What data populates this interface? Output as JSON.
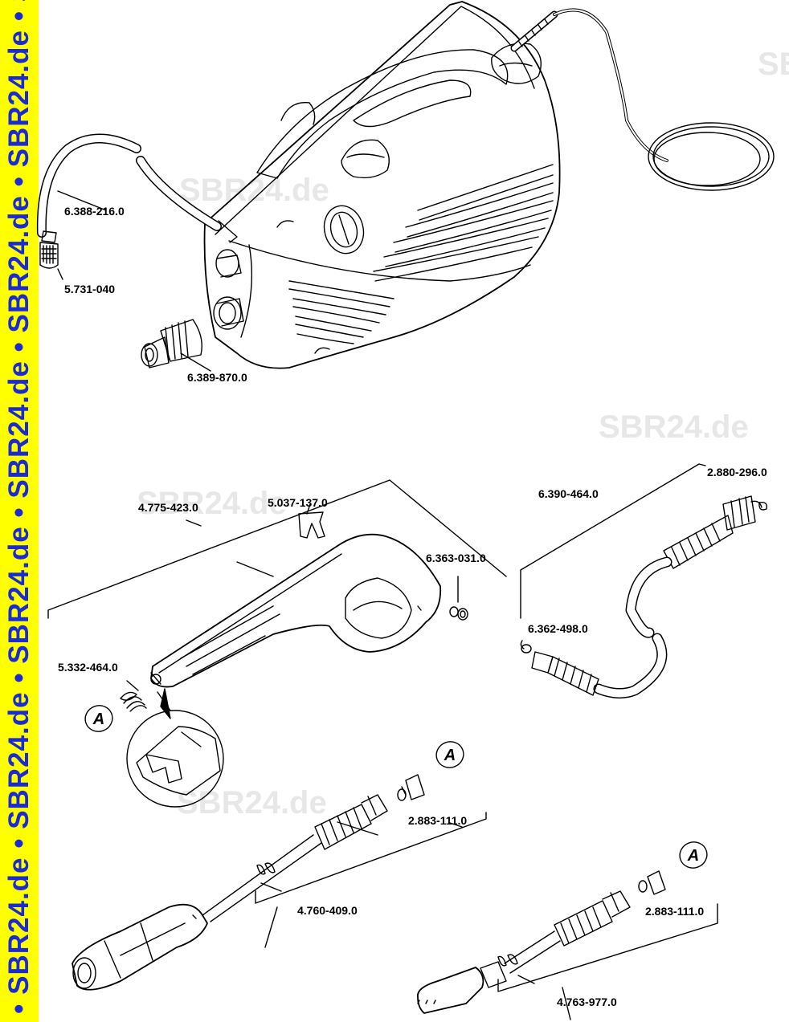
{
  "sidebar": {
    "text": "e • SBR24.de • SBR24.de • SBR24.de • SBR24.de • SBR24.de • SBR24.de • S",
    "background": "#ffff00",
    "text_color": "#1a2bd6"
  },
  "watermarks": [
    "SBR24.de",
    "SBR24.de",
    "SBR24.de",
    "SBR24.de",
    "SB"
  ],
  "part_numbers": [
    "6.388-216.0",
    "5.731-040",
    "6.389-870.0",
    "4.775-423.0",
    "5.037-137.0",
    "6.363-031.0",
    "5.332-464.0",
    "6.390-464.0",
    "2.880-296.0",
    "6.362-498.0",
    "2.883-111.0",
    "4.760-409.0",
    "2.883-111.0",
    "4.763-977.0"
  ],
  "callouts": [
    "A",
    "A",
    "A"
  ],
  "line_color": "#000000"
}
